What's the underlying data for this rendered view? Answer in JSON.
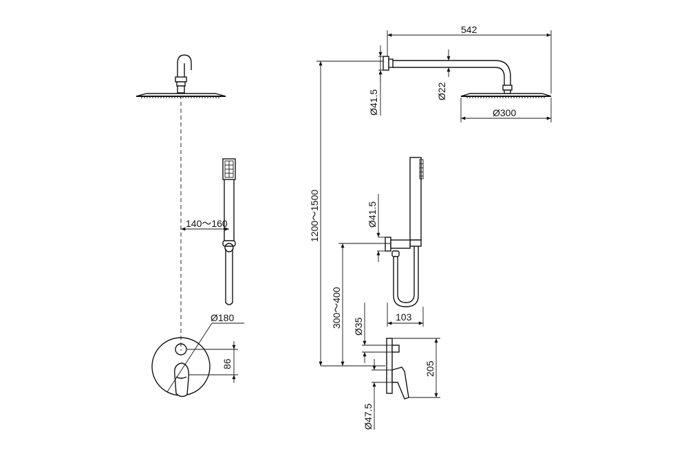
{
  "dimensions": {
    "total_arm_length": "542",
    "head_diameter": "Ø300",
    "arm_diameter": "Ø22",
    "top_flange_diameter": "Ø41.5",
    "shower_height": "1200～1500",
    "holder_offset": "140～160",
    "plate_diameter": "Ø180",
    "plate_outlet_offset": "86",
    "holder_flange_diameter": "Ø41.5",
    "holder_height": "300～400",
    "holder_depth": "103",
    "outlet_diameter": "Ø35",
    "valve_depth": "205",
    "valve_flange_diameter": "Ø47.5"
  }
}
